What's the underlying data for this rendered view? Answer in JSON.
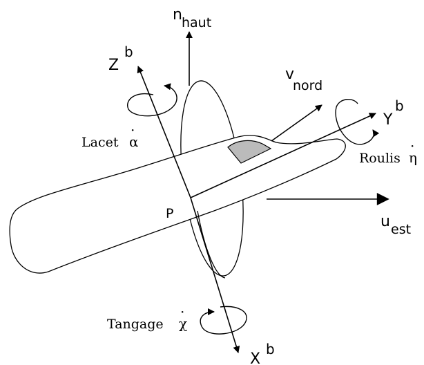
{
  "labels": {
    "n_main": "n",
    "n_sub": "haut",
    "v_main": "v",
    "v_sub": "nord",
    "u_main": "u",
    "u_sub": "est",
    "zb_main": "Z",
    "zb_sup": "b",
    "yb_main": "Y",
    "yb_sup": "b",
    "xb_main": "X",
    "xb_sup": "b",
    "lacet_text": "Lacet",
    "lacet_symbol": "α",
    "roulis_text": "Roulis",
    "roulis_symbol": "η",
    "tangage_text": "Tangage",
    "tangage_symbol": "χ",
    "dot": "·",
    "point": "P"
  },
  "colors": {
    "stroke": "#000000",
    "canopy": "#bbbbbb",
    "background": "#ffffff"
  }
}
